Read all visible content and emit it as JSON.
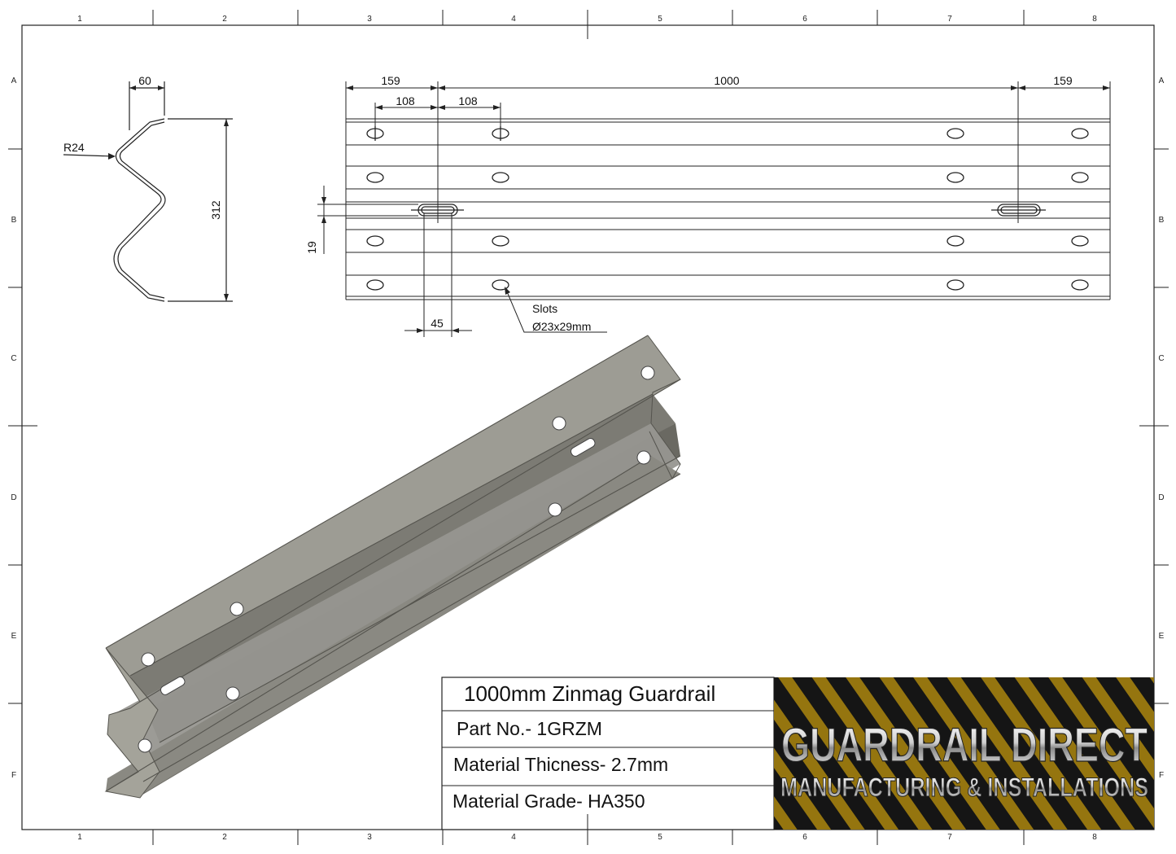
{
  "frame": {
    "columns": [
      "1",
      "2",
      "3",
      "4",
      "5",
      "6",
      "7",
      "8"
    ],
    "rows": [
      "A",
      "B",
      "C",
      "D",
      "E",
      "F"
    ]
  },
  "profile_view": {
    "width_dim": "60",
    "height_dim": "312",
    "radius_label": "R24"
  },
  "plan_view": {
    "dim_left_end": "159",
    "dim_center": "1000",
    "dim_right_end": "159",
    "dim_hole_left": "108",
    "dim_hole_right": "108",
    "dim_slot_offset": "19",
    "dim_slot_length": "45",
    "slots_label": "Slots",
    "slots_size": "Ø23x29mm"
  },
  "title_block": {
    "title": "1000mm Zinmag Guardrail",
    "part_no": "Part No.- 1GRZM",
    "thickness": "Material Thicness- 2.7mm",
    "grade": "Material Grade- HA350"
  },
  "logo": {
    "line1": "GUARDRAIL DIRECT",
    "line2": "MANUFACTURING & INSTALLATIONS",
    "stripe_color_a": "#c8a000",
    "stripe_color_b": "#1a1a1a"
  },
  "colors": {
    "metal": "#8f8e86",
    "metal_dark": "#6b6a63",
    "metal_light": "#b5b4ab"
  }
}
